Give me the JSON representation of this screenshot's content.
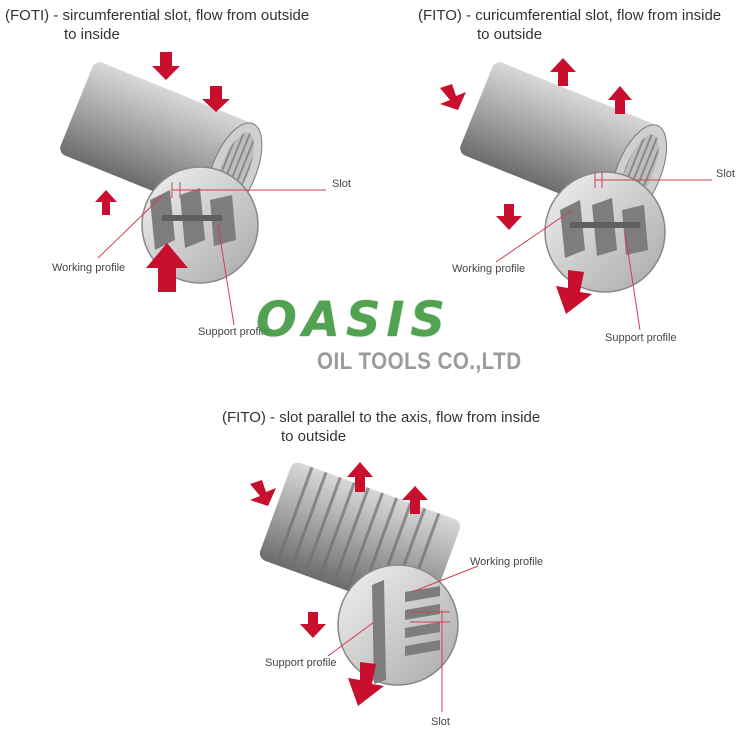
{
  "panels": [
    {
      "caption_line1": "(FOTI) - sircumferential slot, flow from outside",
      "caption_line2": "to inside",
      "labels": {
        "slot": "Slot",
        "working": "Working profile",
        "support": "Support profile"
      }
    },
    {
      "caption_line1": "(FITO) - curicumferential slot, flow from inside",
      "caption_line2": "to outside",
      "labels": {
        "slot": "Slot",
        "working": "Working profile",
        "support": "Support profile"
      }
    },
    {
      "caption_line1": "(FITO) - slot parallel to the axis, flow from inside",
      "caption_line2": "to outside",
      "labels": {
        "slot": "Slot",
        "working": "Working profile",
        "support": "Support profile"
      }
    }
  ],
  "watermark": {
    "main": "OASIS",
    "sub": "OIL TOOLS CO.,LTD"
  },
  "colors": {
    "arrow": "#c8102e",
    "leader": "#d04050",
    "cylinder": "#9a9a9a",
    "logo_green": "#3f9a3f",
    "logo_gray": "#8a8a8a"
  }
}
